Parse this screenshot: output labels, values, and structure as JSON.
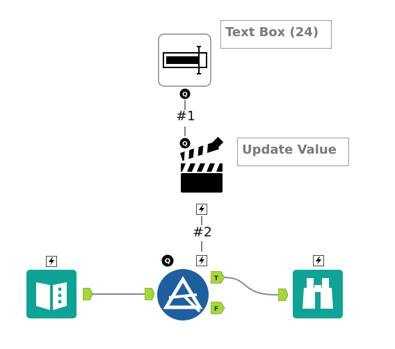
{
  "canvas": {
    "background": "#ffffff"
  },
  "tools": {
    "text_box": {
      "annotation": "Text Box (24)",
      "icon": "text-box-icon"
    },
    "action": {
      "annotation": "Update Value",
      "icon": "clapperboard-icon"
    },
    "input": {
      "icon": "macro-input-book-icon",
      "color": "#0fa395"
    },
    "filter": {
      "icon": "filter-triangle-icon",
      "color": "#1e5fa0",
      "anchors": {
        "true": "T",
        "false": "F"
      }
    },
    "browse": {
      "icon": "binoculars-icon",
      "color": "#0fa395"
    }
  },
  "connections": {
    "question_to_action": "#1",
    "action_to_filter": "#2"
  },
  "badges": {
    "question": "Q",
    "lightning": "lightning-icon"
  },
  "colors": {
    "anchor_green": "#a4d73a",
    "teal": "#0fa395",
    "blue": "#1e5fa0"
  }
}
